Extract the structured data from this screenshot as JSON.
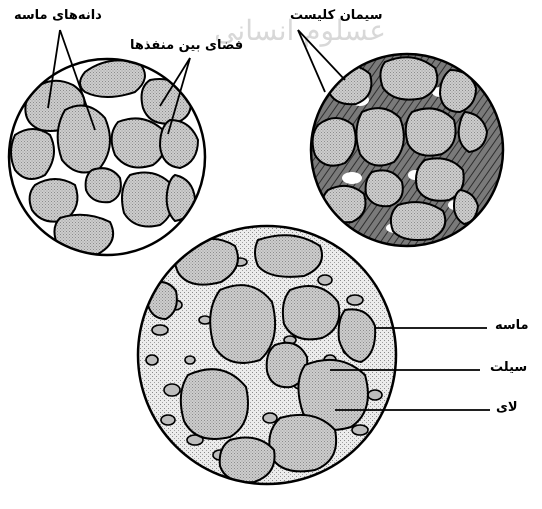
{
  "labels": {
    "sand_grains": "دانه‌های ماسه",
    "pore_space": "فضای بین منفذها",
    "calcite_cement": "سیمان کلیست",
    "sand": "ماسه",
    "silt": "سیلت",
    "clay": "لای"
  },
  "watermark": "عسلوم انسانی",
  "colors": {
    "ink": "#000000",
    "paper": "#ffffff",
    "grain_fill": "#cfcfcf",
    "cement_fill": "#6e6e6e",
    "matrix_fill": "#e3e3e3"
  }
}
